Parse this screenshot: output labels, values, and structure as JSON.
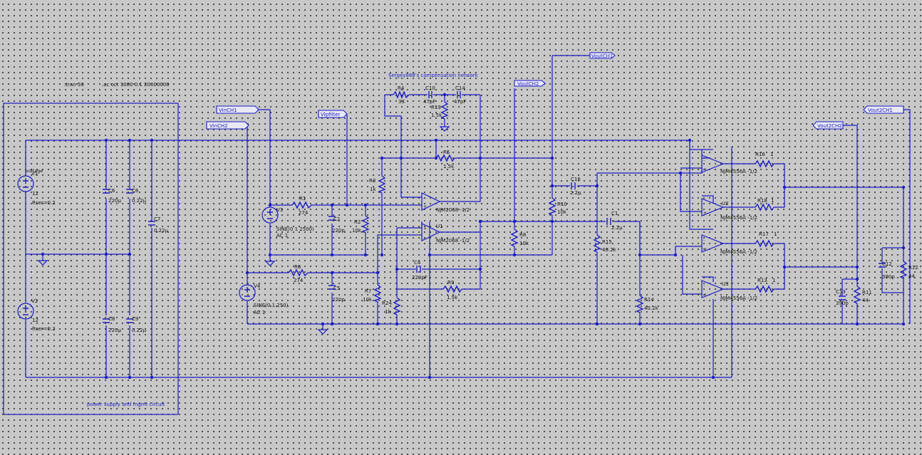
{
  "directives": {
    "tran": ".tran 50",
    "ac": ".ac oct 1000 0.1 20000000"
  },
  "boxes": {
    "power": "power supply and mgmt circuit",
    "compensation": "Sergey888's compensation network"
  },
  "flags": {
    "vinch1": "VinCH1",
    "vinch2": "VinCH2",
    "vlpfilter": "Vlpfilter",
    "voutch2_top": "VoutCH2",
    "voutch1_top": "VoutCH1",
    "vout2ch2": "Vout2CH2",
    "vout2ch1": "Vout2CH1"
  },
  "sources": {
    "v1": {
      "ref": "V1",
      "value": "12",
      "param": "Rser=0.2",
      "label": "voltage"
    },
    "v2": {
      "ref": "V2",
      "value": "12",
      "param": "Rser=0.2"
    },
    "v3": {
      "ref": "V3",
      "value": "SINE(0 1 2500)",
      "ac": "AC 1"
    },
    "v4": {
      "ref": "V4",
      "value": "SINE(0 1 250)",
      "ac": "AC 1"
    }
  },
  "resistors": {
    "r1": {
      "ref": "R1",
      "value": "274"
    },
    "r2": {
      "ref": "R2",
      "value": "10k"
    },
    "r3": {
      "ref": "R3",
      "value": "1k"
    },
    "r4": {
      "ref": "R4",
      "value": "33"
    },
    "r5": {
      "ref": "R5",
      "value": "1.5k"
    },
    "r6": {
      "ref": "R6",
      "value": "274"
    },
    "r7": {
      "ref": "R7",
      "value": "10k"
    },
    "r8": {
      "ref": "R8",
      "value": "10k"
    },
    "r9": {
      "ref": "R9",
      "value": "1.5k"
    },
    "r10": {
      "ref": "R10",
      "value": "10k"
    },
    "r11": {
      "ref": "R11",
      "value": "44"
    },
    "r12": {
      "ref": "R12",
      "value": "44"
    },
    "r13": {
      "ref": "R13",
      "value": "1"
    },
    "r14": {
      "ref": "R14",
      "value": "40.2k"
    },
    "r15": {
      "ref": "R15",
      "value": "40.2k"
    },
    "r16": {
      "ref": "R16",
      "value": "1"
    },
    "r17": {
      "ref": "R17",
      "value": "1"
    },
    "r18": {
      "ref": "R18",
      "value": "1"
    },
    "r19": {
      "ref": "R19",
      "value": "1.5k"
    },
    "r24": {
      "ref": "R24",
      "value": "1k"
    }
  },
  "capacitors": {
    "c1": {
      "ref": "C1",
      "value": "2.2µ"
    },
    "c2": {
      "ref": "C2",
      "value": "220p"
    },
    "c4": {
      "ref": "C4",
      "value": "220pF"
    },
    "c5": {
      "ref": "C5",
      "value": "220p"
    },
    "c6": {
      "ref": "C6",
      "value": "220µ"
    },
    "c7": {
      "ref": "C7",
      "value": "0.22µ"
    },
    "c8": {
      "ref": "C8",
      "value": "220µ"
    },
    "c9": {
      "ref": "C9",
      "value": "0.22µ"
    },
    "c10": {
      "ref": "C10",
      "value": "47pF"
    },
    "c12": {
      "ref": "C12",
      "value": "390p"
    },
    "c13": {
      "ref": "C13",
      "value": "390p"
    },
    "c14": {
      "ref": "C14",
      "value": "47pF"
    },
    "c16": {
      "ref": "C16",
      "value": "2.2µ"
    },
    "c6b": {
      "ref": "C6",
      "value": "0.22µ"
    }
  },
  "opamps": {
    "top": {
      "ref": "",
      "part": "NJM2068 -1/2"
    },
    "u1": {
      "ref": "U1",
      "part": "NJM2068 -1/2"
    },
    "u4": {
      "ref": "",
      "part": "NJM4556A -1/2"
    },
    "u2": {
      "ref": "U2",
      "part": "NJM4556A -1/2"
    },
    "u5": {
      "ref": "",
      "part": "NJM4556A -1/2"
    },
    "u3": {
      "ref": "U3",
      "part": "NJM4556A -1/2"
    }
  }
}
